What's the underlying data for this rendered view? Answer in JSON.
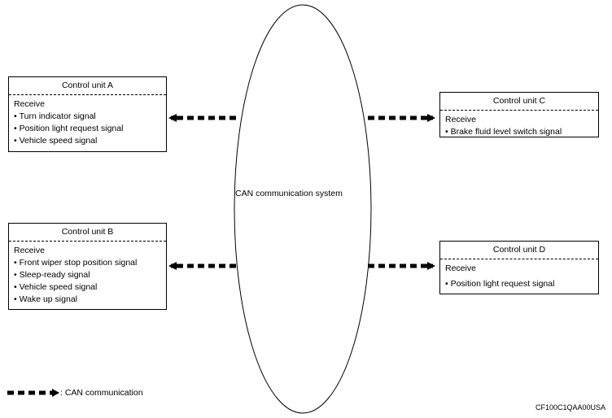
{
  "center": {
    "label": "CAN communication system"
  },
  "units": {
    "a": {
      "title": "Control unit A",
      "receive": "Receive",
      "signals": [
        "Turn indicator signal",
        "Position light request signal",
        "Vehicle speed signal"
      ]
    },
    "b": {
      "title": "Control unit B",
      "receive": "Receive",
      "signals": [
        "Front wiper stop position signal",
        "Sleep-ready signal",
        "Vehicle speed signal",
        "Wake up signal"
      ]
    },
    "c": {
      "title": "Control unit C",
      "receive": "Receive",
      "signals": [
        "Brake fluid level switch signal"
      ]
    },
    "d": {
      "title": "Control unit D",
      "receive": "Receive",
      "signals": [
        "Position light request signal"
      ]
    }
  },
  "legend": {
    "text": ": CAN communication"
  },
  "code": "CF100C1QAA00USA",
  "colors": {
    "line": "#000000",
    "background": "#ffffff"
  }
}
